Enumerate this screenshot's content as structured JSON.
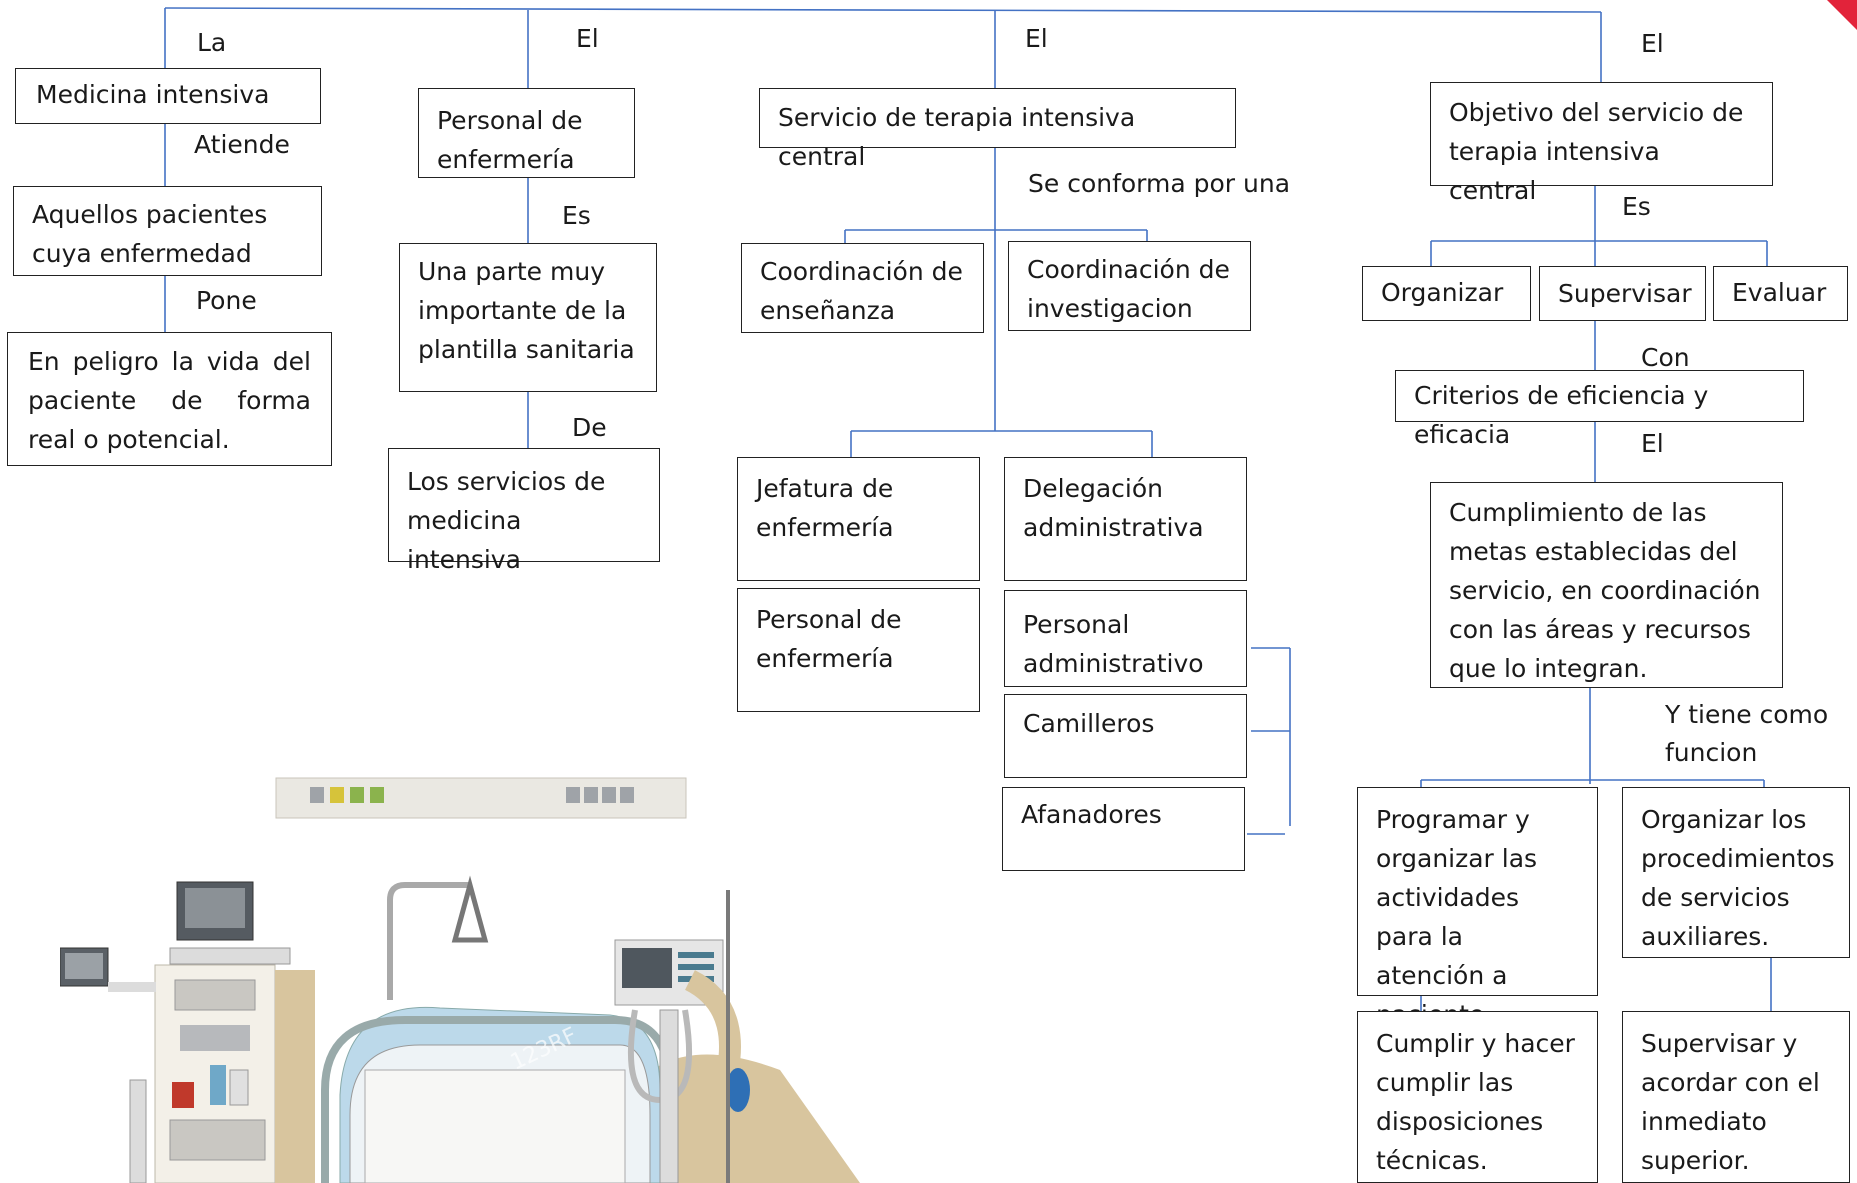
{
  "colors": {
    "connector": "#4472c4",
    "border": "#222222",
    "accent": "#e2233a"
  },
  "col1": {
    "label_la": "La",
    "box_medicina": "Medicina intensiva",
    "label_atiende": "Atiende",
    "box_pacientes": "Aquellos pacientes cuya enfermedad",
    "label_pone": "Pone",
    "box_peligro": "En peligro la vida del paciente de forma real o potencial."
  },
  "col2": {
    "label_el": "El",
    "box_personal": "Personal de enfermería",
    "label_es": "Es",
    "box_parte": "Una parte muy importante de la plantilla sanitaria",
    "label_de": "De",
    "box_servicios": "Los servicios de medicina intensiva"
  },
  "col3": {
    "label_el": "El",
    "box_servicio": "Servicio de terapia intensiva central",
    "label_conforma": "Se conforma por una",
    "box_coord_ense": "Coordinación de enseñanza",
    "box_coord_inv": "Coordinación de investigacion",
    "box_jefatura": "Jefatura de enfermería",
    "box_delegacion": "Delegación administrativa",
    "box_personal_enf": "Personal de enfermería",
    "box_personal_adm": "Personal administrativo",
    "box_camilleros": "Camilleros",
    "box_afanadores": "Afanadores"
  },
  "col4": {
    "label_el": "El",
    "box_objetivo": "Objetivo del servicio de terapia intensiva central",
    "label_es": "Es",
    "box_organizar": "Organizar",
    "box_supervisar": "Supervisar",
    "box_evaluar": "Evaluar",
    "label_con": "Con",
    "box_criterios": "Criterios de eficiencia y eficacia",
    "label_el2": "El",
    "box_cumplimiento": "Cumplimiento de las metas establecidas del servicio, en coordinación con las áreas y recursos que  lo integran.",
    "label_funcion": "Y tiene como funcion",
    "box_programar": "Programar y organizar las actividades para la atención a paciente.",
    "box_organizar_proc": "Organizar los procedimientos de servicios auxiliares.",
    "box_cumplir": "Cumplir y hacer cumplir las disposiciones técnicas.",
    "box_supervisar_acordar": "Supervisar y acordar con el inmediato superior."
  },
  "illustration": {
    "watermark": "123RF",
    "icon": "icu-room-illustration-icon"
  }
}
